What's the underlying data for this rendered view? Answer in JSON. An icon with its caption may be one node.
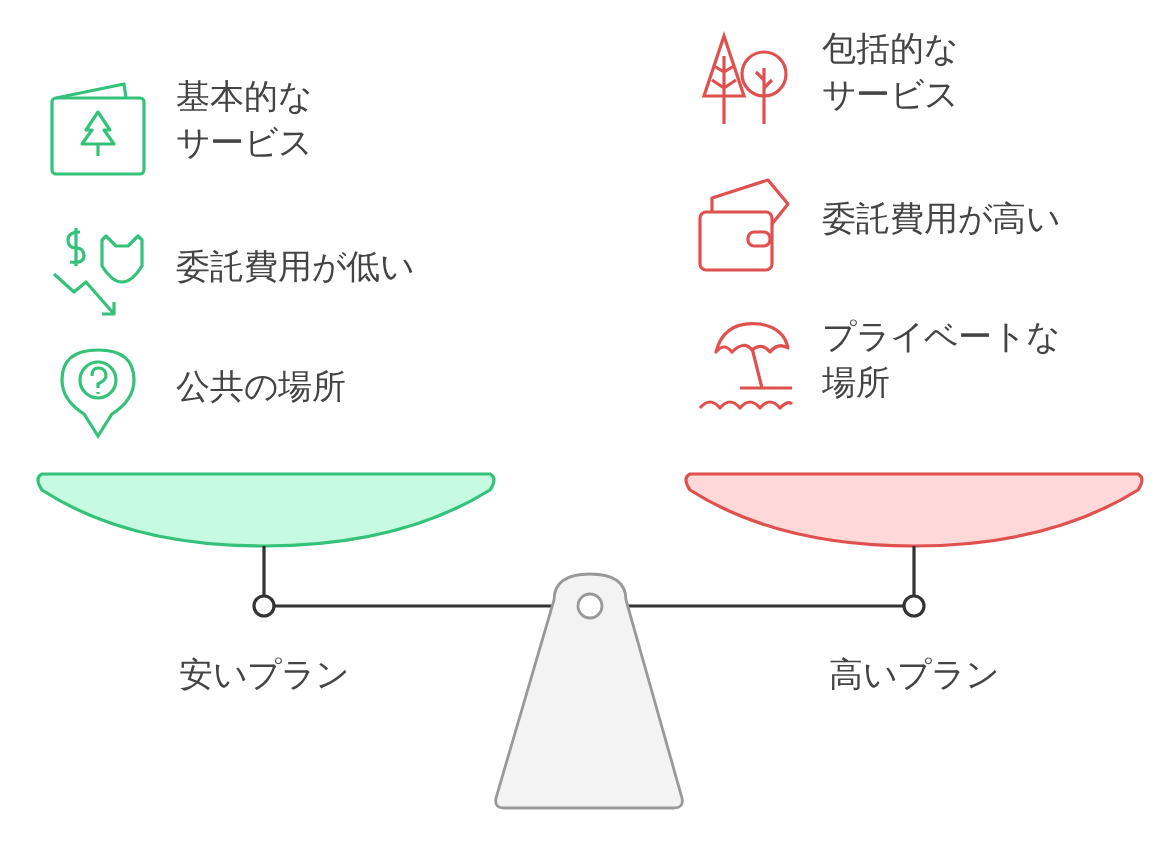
{
  "diagram": {
    "labels": [
      "基本的なサービス",
      "委託費用が低い",
      "公共の場所",
      "包括的なサービス",
      "委託費用が高い",
      "プライベートな場所",
      "安いプラン",
      "高いプラン"
    ]
  }
}
